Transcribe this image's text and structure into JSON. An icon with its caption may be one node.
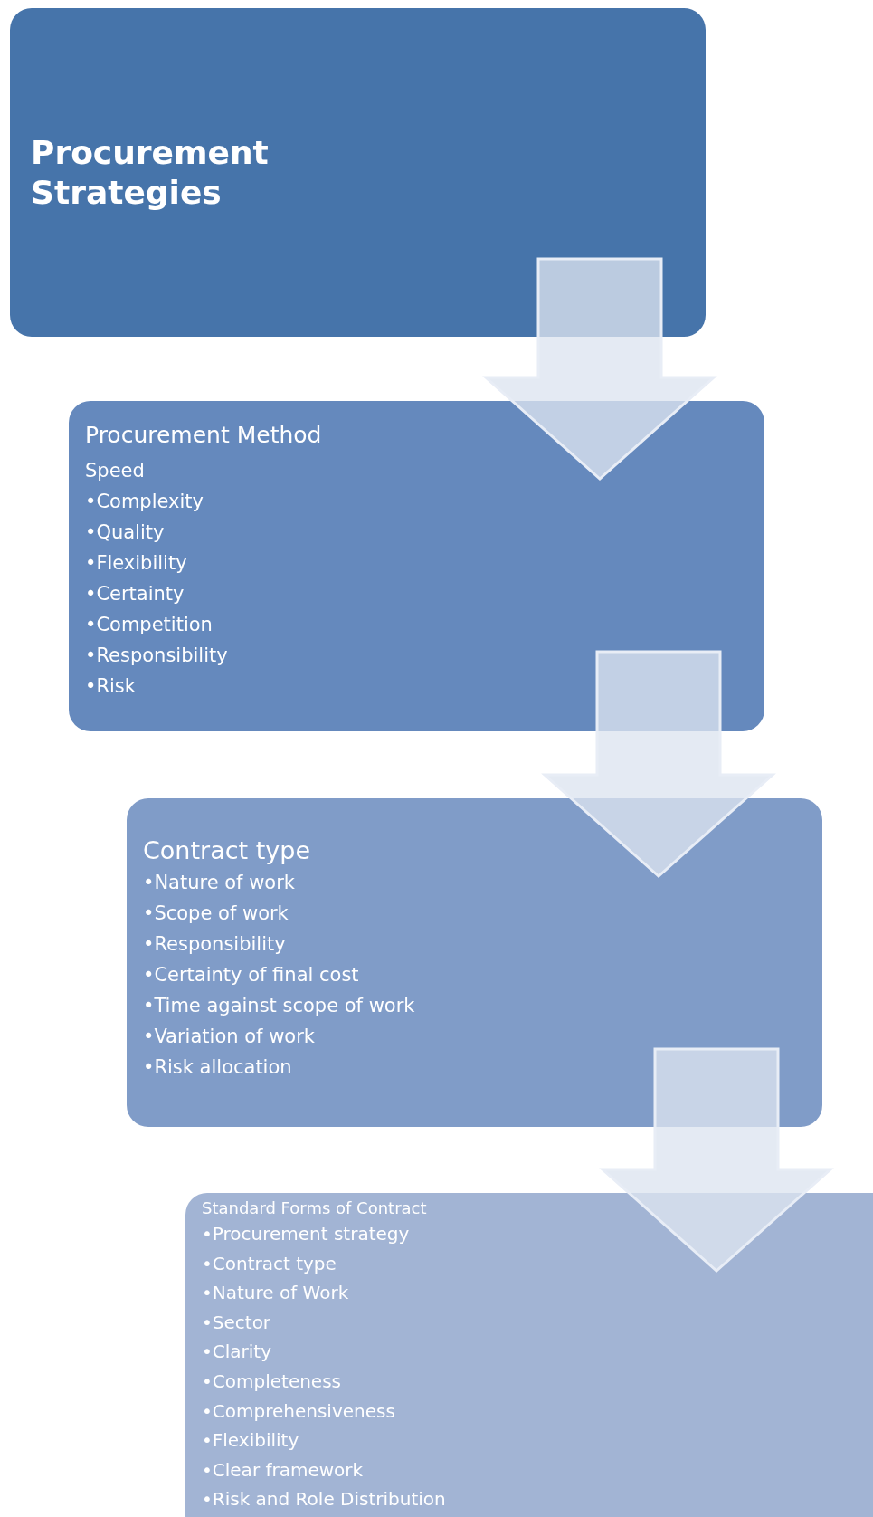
{
  "diagram": {
    "nodes": [
      {
        "text": [
          "Procurement Strategies"
        ]
      },
      {
        "text": [
          "Procurement Method",
          "Speed",
          "•Complexity",
          "•Quality",
          "•Flexibility",
          "•Certainty",
          "•Competition",
          "•Responsibility",
          "•Risk"
        ]
      },
      {
        "text": [
          "Contract type",
          "•Nature of work",
          "•Scope of work",
          "•Responsibility",
          "•Certainty of final cost",
          "•Time against scope of work",
          "•Variation of work",
          "•Risk allocation"
        ]
      },
      {
        "text": [
          "Standard Forms of Contract",
          "•Procurement strategy",
          "•Contract type",
          "•Nature of Work",
          "•Sector",
          "•Clarity",
          "•Completeness",
          "•Comprehensiveness",
          "•Flexibility",
          "•Clear framework",
          "•Risk and Role Distribution"
        ]
      }
    ],
    "edges": [
      {
        "from": 0,
        "to": 1,
        "arrow": "to"
      },
      {
        "from": 1,
        "to": 2,
        "arrow": "to"
      },
      {
        "from": 2,
        "to": 3,
        "arrow": "to"
      }
    ]
  }
}
